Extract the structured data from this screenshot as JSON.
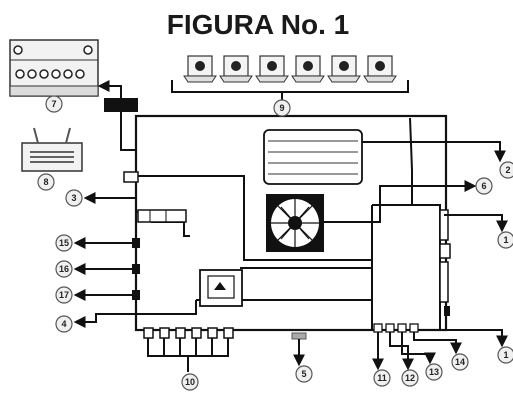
{
  "title": "FIGURA No. 1",
  "callouts": {
    "c1": "1",
    "c2": "2",
    "c3": "3",
    "c4": "4",
    "c5": "5",
    "c6": "6",
    "c7": "7",
    "c8": "8",
    "c9": "9",
    "c10": "10",
    "c11": "11",
    "c12": "12",
    "c13": "13",
    "c14": "14",
    "c15": "15",
    "c16": "16",
    "c17": "17",
    "c18": "1"
  }
}
